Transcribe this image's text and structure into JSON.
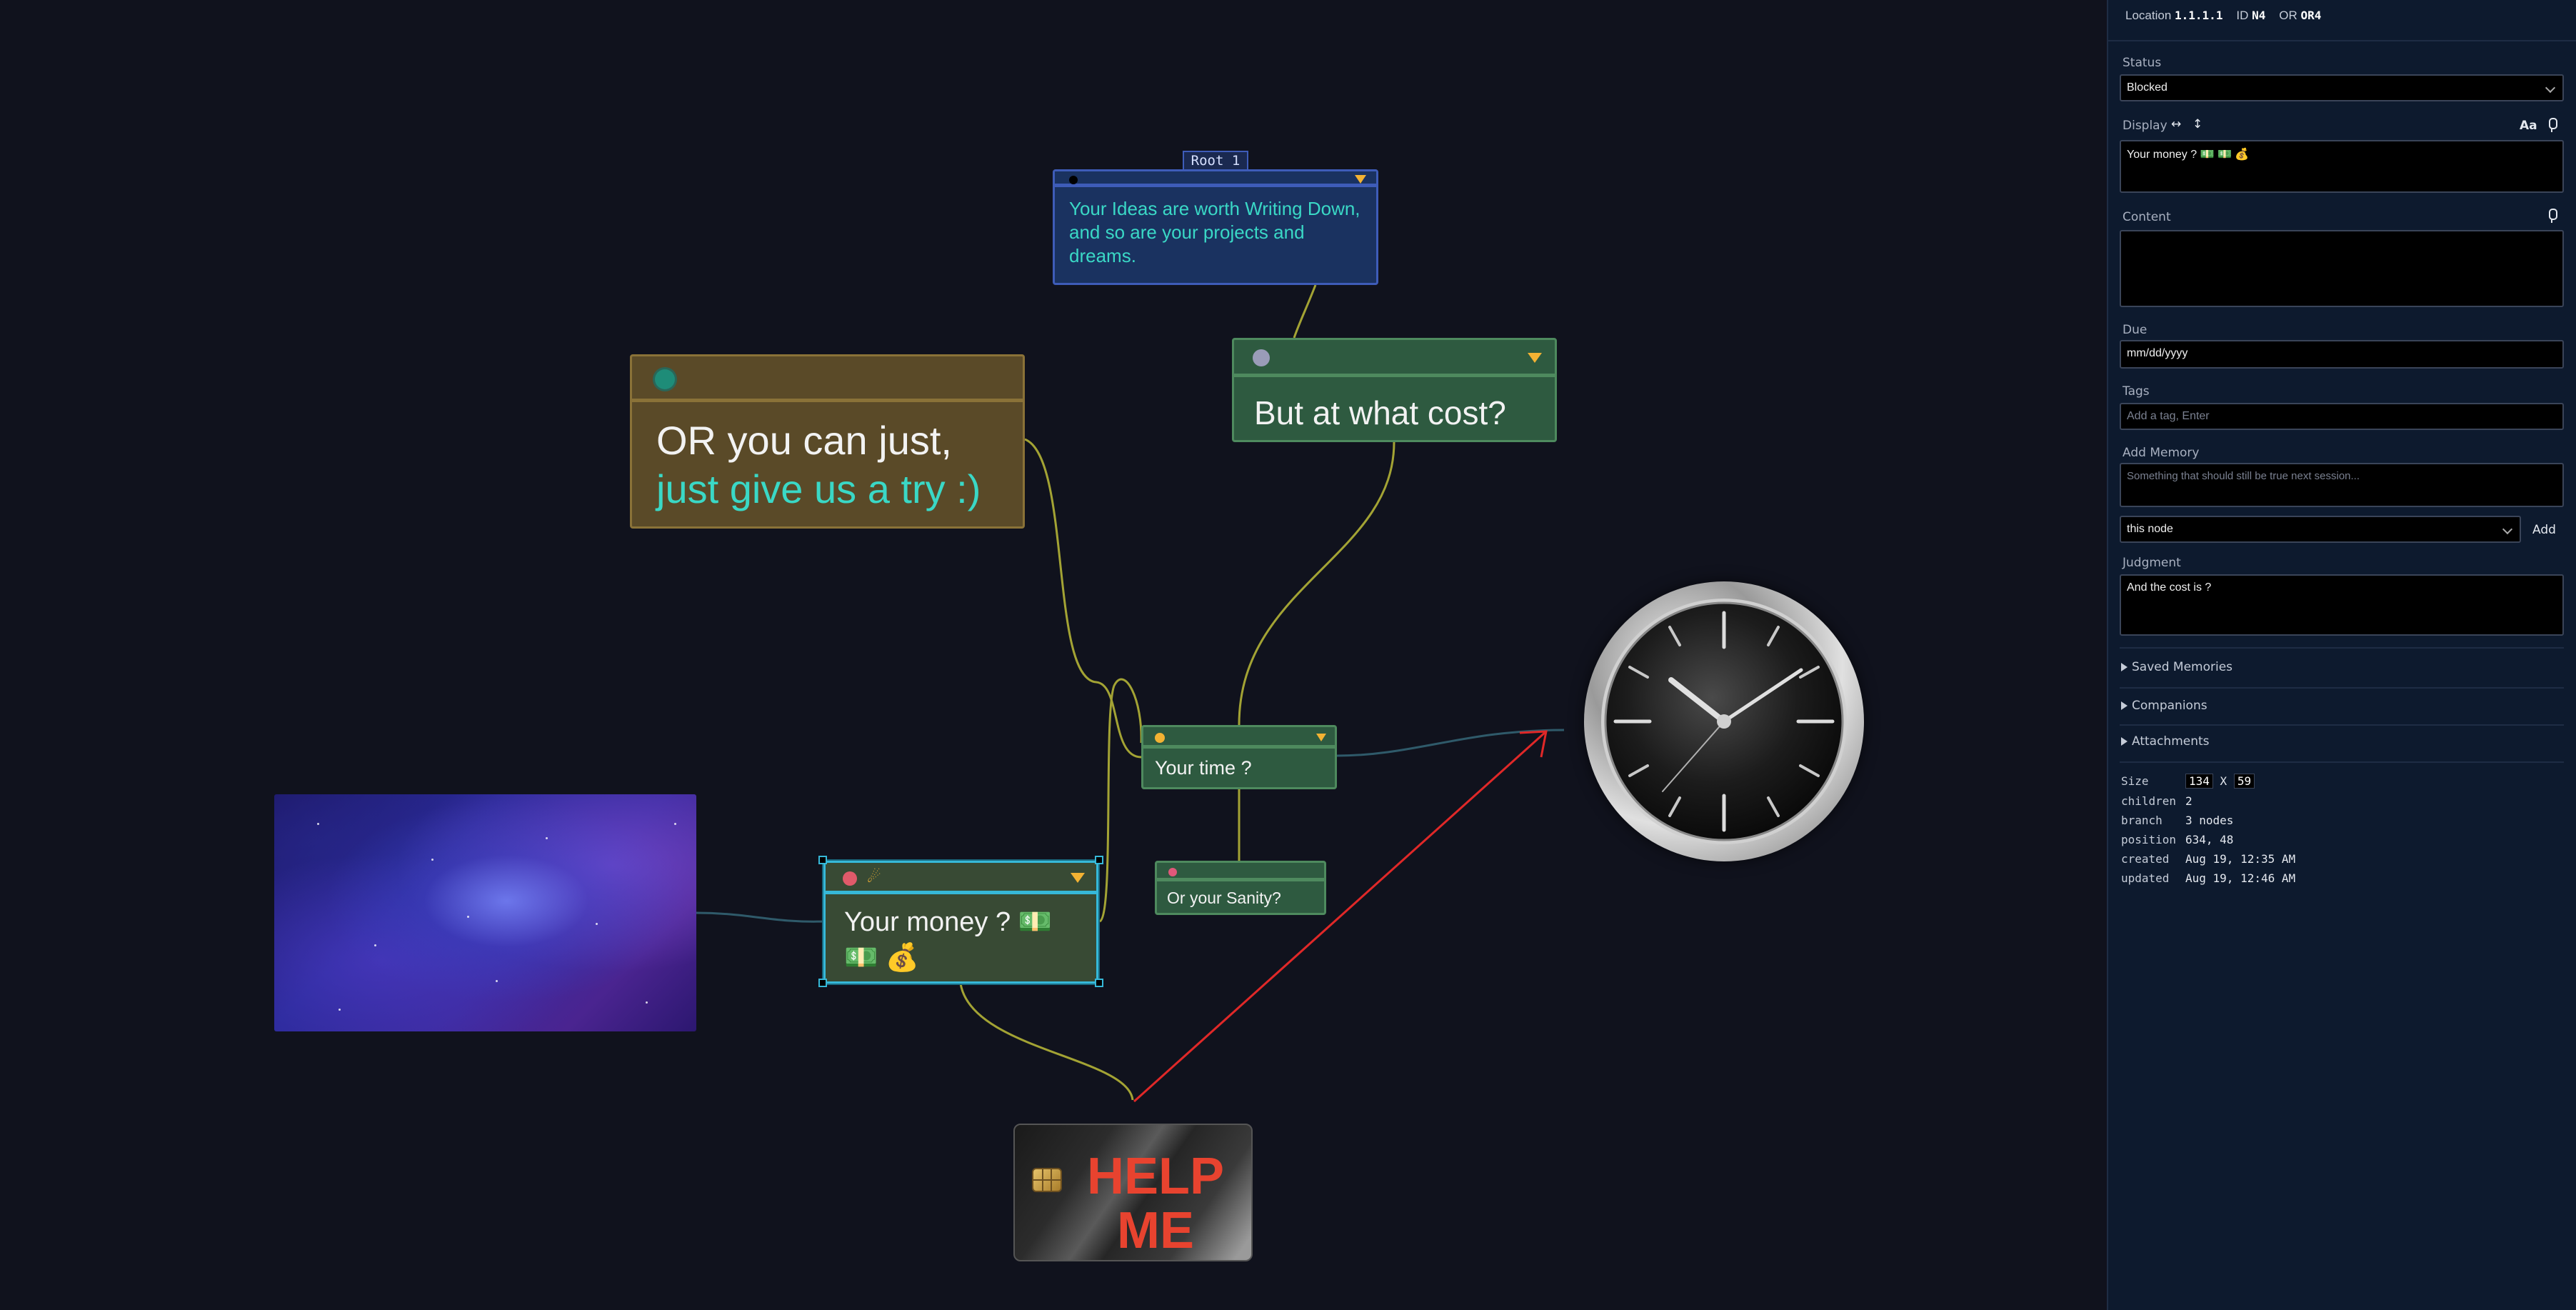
{
  "canvas": {
    "root_tag": "Root 1",
    "nodes": {
      "root": {
        "text": "Your Ideas are worth Writing Down, and so are your projects and dreams."
      },
      "or": {
        "line1": "OR you can just,",
        "line2": "just give us a try :)"
      },
      "cost": {
        "text": "But at what cost?"
      },
      "time": {
        "text": "Your time ?"
      },
      "sanity": {
        "text": "Or your Sanity?"
      },
      "money": {
        "text": "Your money ? 💵 💵 💰",
        "glyph": "☄"
      },
      "card": {
        "text": "HELP ME"
      }
    },
    "colors": {
      "edge": "#a3a334",
      "link": "#2f5a6a",
      "arrow": "#e02828",
      "selection": "#36b8d8"
    }
  },
  "sidebar": {
    "location_label": "Location",
    "location_value": "1.1.1.1",
    "id_label": "ID",
    "id_value": "N4",
    "or_label": "OR",
    "or_value": "OR4",
    "status": {
      "label": "Status",
      "value": "Blocked"
    },
    "display": {
      "label": "Display",
      "value": "Your money ? 💵 💵 💰",
      "font_icon": "Aa"
    },
    "content": {
      "label": "Content",
      "value": ""
    },
    "due": {
      "label": "Due",
      "value": "mm/dd/yyyy"
    },
    "tags": {
      "label": "Tags",
      "placeholder": "Add a tag, Enter"
    },
    "memory": {
      "label": "Add Memory",
      "placeholder": "Something that should still be true next session...",
      "scope": "this node",
      "add_label": "Add"
    },
    "judgment": {
      "label": "Judgment",
      "value": "And the cost is ?"
    },
    "sections": [
      "Saved Memories",
      "Companions",
      "Attachments"
    ],
    "stats": {
      "size_label": "Size",
      "size_w": "134",
      "size_x": "X",
      "size_h": "59",
      "children_label": "children",
      "children": "2",
      "branch_label": "branch",
      "branch": "3 nodes",
      "position_label": "position",
      "position": "634, 48",
      "created_label": "created",
      "created": "Aug 19, 12:35 AM",
      "updated_label": "updated",
      "updated": "Aug 19, 12:46 AM"
    }
  }
}
